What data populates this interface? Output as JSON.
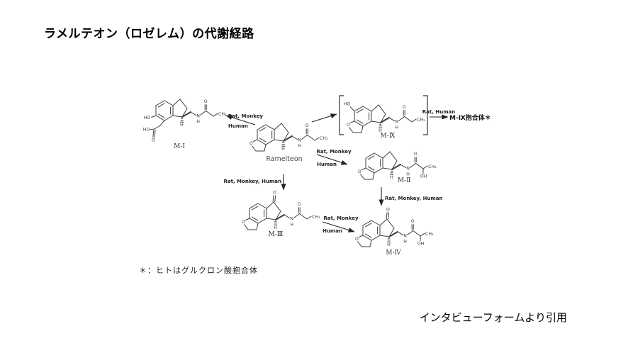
{
  "page": {
    "title": "ラメルテオン（ロゼレム）の代謝経路",
    "footnote": "＊：ヒトはグルクロン酸抱合体",
    "citation": "インタビューフォームより引用"
  },
  "diagram": {
    "compounds": {
      "ramelteon": {
        "label": "Ramelteon"
      },
      "m1": {
        "label": "M-Ⅰ"
      },
      "m9": {
        "label": "M-Ⅸ"
      },
      "m9_conjugate": {
        "label": "M-Ⅸ抱合体＊"
      },
      "m2": {
        "label": "M-Ⅱ"
      },
      "m3": {
        "label": "M-Ⅲ"
      },
      "m4": {
        "label": "M-Ⅳ"
      }
    },
    "arrows": {
      "ramelteon_to_m1": {
        "label_top": "Rat, Monkey",
        "label_bottom": "Human"
      },
      "ramelteon_to_m2": {
        "label_top": "Rat, Monkey",
        "label_bottom": "Human"
      },
      "ramelteon_to_m3": {
        "label": "Rat, Monkey, Human"
      },
      "m9_to_conjugate": {
        "label": "Rat, Human"
      },
      "m2_to_m4": {
        "label": "Rat, Monkey, Human"
      },
      "m3_to_m4": {
        "label_top": "Rat, Monkey",
        "label_bottom": "Human"
      }
    },
    "atoms": {
      "O": "O",
      "N": "N",
      "H": "H",
      "HO": "HO",
      "OH": "OH",
      "CH3": "CH₃"
    }
  }
}
